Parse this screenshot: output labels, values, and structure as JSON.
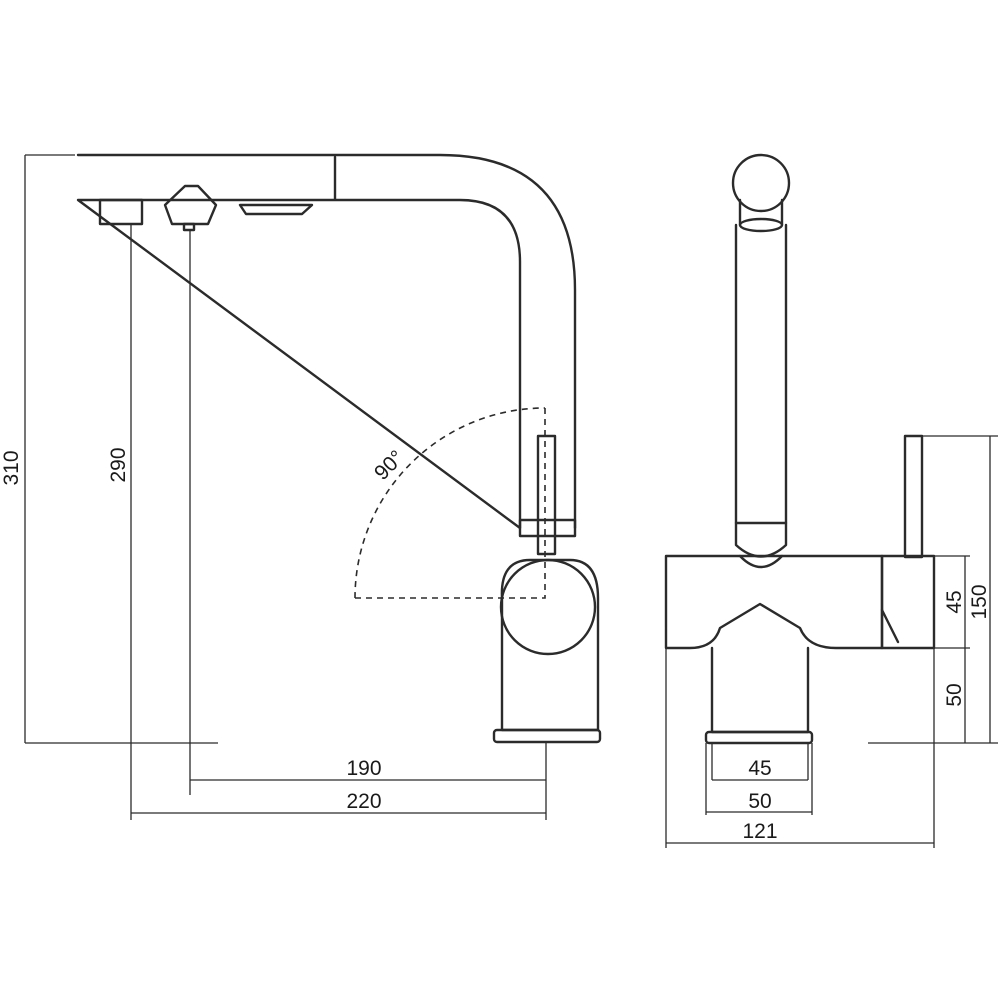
{
  "dimensions": {
    "total_height": "310",
    "spout_height": "290",
    "reach_190": "190",
    "reach_220": "220",
    "angle": "90°",
    "body_upper_height": "45",
    "body_total_height": "150",
    "body_lower_height": "50",
    "base_inner_width": "45",
    "base_width": "50",
    "body_width": "121"
  },
  "colors": {
    "line": "#2b2b2b",
    "background": "#ffffff"
  }
}
